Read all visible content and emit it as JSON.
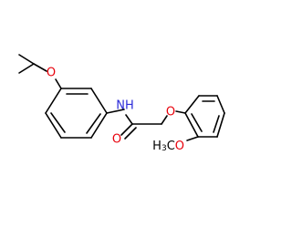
{
  "molecule": {
    "labels": {
      "ether_o_top": "O",
      "nh": "NH",
      "carbonyl_o": "O",
      "ether_o_right": "O",
      "methoxy": "H3CO"
    },
    "colors": {
      "bond": "#000000",
      "oxygen": "#e8000b",
      "nitrogen": "#2b2bd9",
      "carbon": "#000000"
    }
  }
}
